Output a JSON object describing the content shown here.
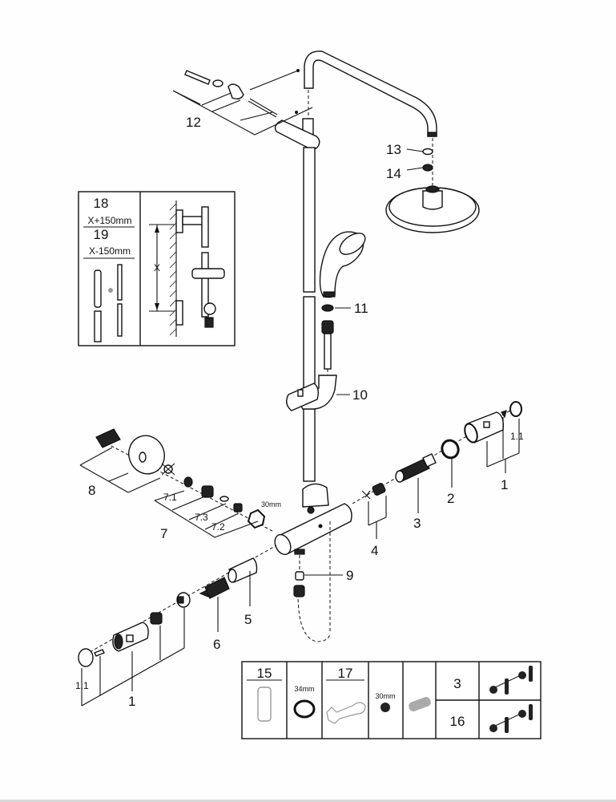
{
  "diagram": {
    "title": "Shower system exploded parts view",
    "callouts": {
      "p1_right": "1",
      "p1_1_right": "1.1",
      "p2": "2",
      "p3": "3",
      "p4": "4",
      "p5": "5",
      "p6": "6",
      "p7": "7",
      "p7_1": "7.1",
      "p7_2": "7.2",
      "p7_3": "7.3",
      "p8": "8",
      "p9": "9",
      "p10": "10",
      "p11": "11",
      "p12": "12",
      "p13": "13",
      "p14": "14",
      "p1_left": "1",
      "p1_1_left": "1.1",
      "nut_size": "30mm"
    },
    "inset_box": {
      "part_a": "18",
      "part_a_size": "X+150mm",
      "part_b": "19",
      "part_b_size": "X-150mm",
      "dimension_label": "X"
    },
    "accessory_table": {
      "cells": [
        {
          "id": "15",
          "label": "15",
          "desc": "cartridge-sleeve"
        },
        {
          "id": "ring",
          "label": "34mm",
          "desc": "ring-nut"
        },
        {
          "id": "17",
          "label": "17",
          "desc": "wrench"
        },
        {
          "id": "nut",
          "label": "30mm",
          "desc": "nut"
        },
        {
          "id": "spring",
          "label": "",
          "desc": "spring-element"
        }
      ],
      "rows": [
        {
          "label": "3",
          "desc": "thermostat-cartridge-kit"
        },
        {
          "label": "16",
          "desc": "thermostat-cartridge-kit"
        }
      ]
    }
  }
}
